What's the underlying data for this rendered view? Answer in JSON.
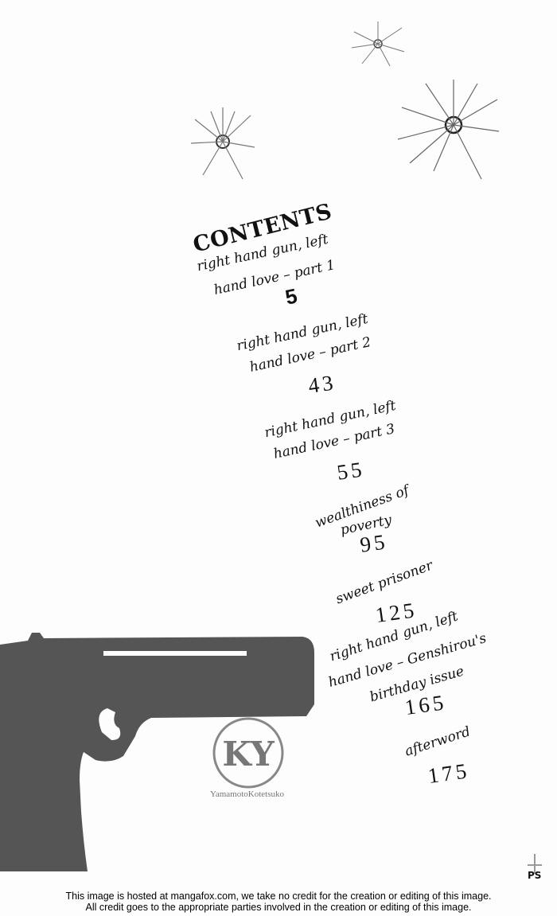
{
  "title": "CONTENTS",
  "entries": [
    {
      "lines": [
        "right hand gun, left",
        "hand love – part 1"
      ],
      "page": "5"
    },
    {
      "lines": [
        "right hand gun, left",
        "hand love – part 2"
      ],
      "page": "43"
    },
    {
      "lines": [
        "right hand gun, left",
        "hand love – part 3"
      ],
      "page": "55"
    },
    {
      "lines": [
        "wealthiness of",
        "poverty"
      ],
      "page": "95"
    },
    {
      "lines": [
        "sweet prisoner"
      ],
      "page": "125"
    },
    {
      "lines": [
        "right hand gun, left",
        "hand love – Genshirou's",
        "birthday issue"
      ],
      "page": "165"
    },
    {
      "lines": [
        "afterword"
      ],
      "page": "175"
    }
  ],
  "logo": {
    "monogram": "KY",
    "caption": "YamamotoKotetsuko"
  },
  "signature": "PS",
  "footer": {
    "line1": "This image is hosted at mangafox.com, we take no credit for the creation or editing of this image.",
    "line2": "All credit goes to the appropriate parties involved in the creation or editing of this image."
  },
  "colors": {
    "gun": "#555555",
    "ink": "#111111"
  }
}
